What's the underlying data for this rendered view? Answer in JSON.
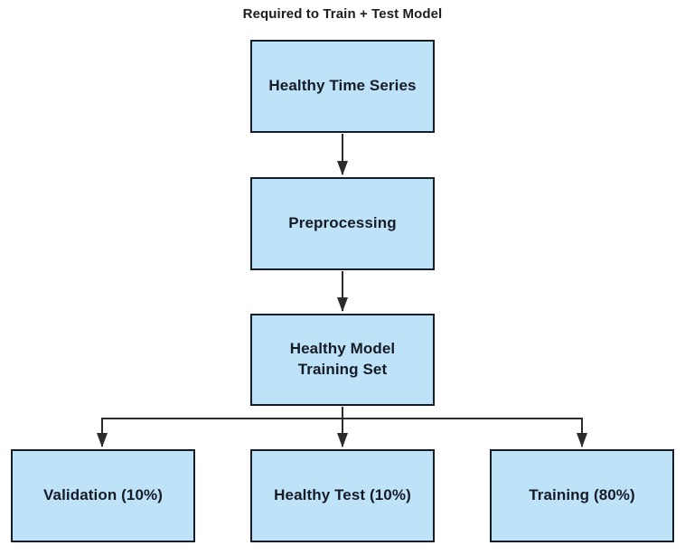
{
  "title": "Required to Train + Test Model",
  "colors": {
    "background": "#ffffff",
    "box_fill": "#bee2f8",
    "box_border": "#161c28",
    "box_text": "#151c28",
    "arrow": "#2b2b2b"
  },
  "nodes": [
    {
      "id": "healthy-time-series",
      "label": "Healthy Time Series"
    },
    {
      "id": "preprocessing",
      "label": "Preprocessing"
    },
    {
      "id": "healthy-model-training-set",
      "label": "Healthy Model\nTraining Set"
    },
    {
      "id": "validation",
      "label": "Validation (10%)"
    },
    {
      "id": "healthy-test",
      "label": "Healthy Test (10%)"
    },
    {
      "id": "training",
      "label": "Training (80%)"
    }
  ],
  "edges": [
    {
      "from": "healthy-time-series",
      "to": "preprocessing"
    },
    {
      "from": "preprocessing",
      "to": "healthy-model-training-set"
    },
    {
      "from": "healthy-model-training-set",
      "to": "validation"
    },
    {
      "from": "healthy-model-training-set",
      "to": "healthy-test"
    },
    {
      "from": "healthy-model-training-set",
      "to": "training"
    }
  ]
}
